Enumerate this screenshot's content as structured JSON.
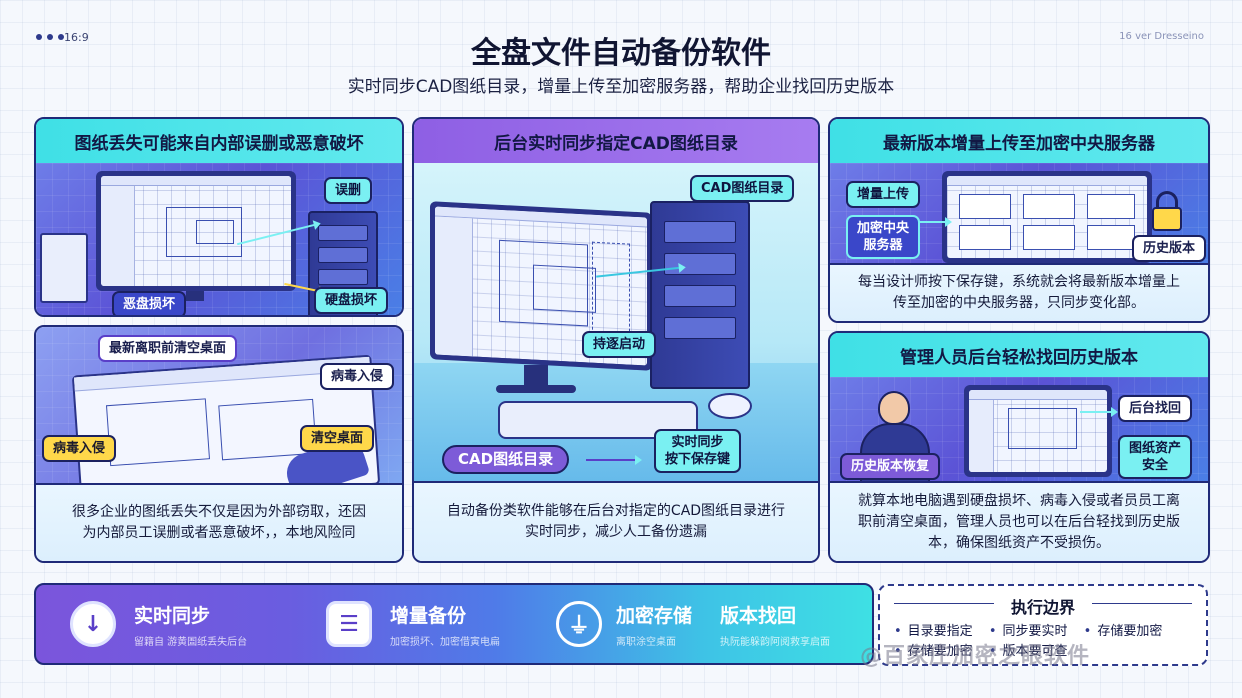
{
  "header": {
    "ratio": "16:9",
    "corner_note": "16 ver Dresseino",
    "title": "全盘文件自动备份软件",
    "subtitle": "实时同步CAD图纸目录，增量上传至加密服务器，帮助企业找回历史版本"
  },
  "panel1": {
    "head": "图纸丢失可能来自内部误删或恶意破坏",
    "tags": {
      "delete": "误删",
      "damage": "恶盘损坏",
      "disk": "硬盘损坏"
    }
  },
  "panel2": {
    "tags": {
      "resign": "最新离职前清空桌面",
      "virus_right": "病毒入侵",
      "virus_left": "病毒入侵",
      "clear": "清空桌面"
    },
    "text": "很多企业的图纸丢失不仅是因为外部窃取，还因为内部员工误删或者恶意破坏，，本地风险同"
  },
  "panel3": {
    "head": "后台实时同步指定CAD图纸目录",
    "tags": {
      "dir_top": "CAD图纸目录",
      "auto_sync": "持逐启动",
      "dir_bottom": "CAD图纸目录",
      "save": "实时同步\n按下保存键"
    },
    "text": "自动备份类软件能够在后台对指定的CAD图纸目录进行实时同步，减少人工备份遗漏"
  },
  "panel4": {
    "head": "最新版本增量上传至加密中央服务器",
    "tags": {
      "upload": "增量上传",
      "server": "加密中央\n服务器",
      "history": "历史版本"
    },
    "text": "每当设计师按下保存键，系统就会将最新版本增量上传至加密的中央服务器，只同步变化部。"
  },
  "panel5": {
    "head": "管理人员后台轻松找回历史版本",
    "tags": {
      "find": "后台找回",
      "restore": "历史版本恢复",
      "safe": "图纸资产\n安全"
    },
    "text": "就算本地电脑遇到硬盘损坏、病毒入侵或者员员工离职前清空桌面，管理人员也可以在后台轻找到历史版本，确保图纸资产不受损伤。"
  },
  "features": [
    {
      "icon": "↓",
      "title": "实时同步",
      "sub": "留籍自 游黄圄纸丢失后台"
    },
    {
      "icon": "☰",
      "title": "增量备份",
      "sub": "加密损坏、加密借寅电扁"
    },
    {
      "icon": "⏚",
      "title": "加密存储",
      "sub": "离职涂空桌面"
    },
    {
      "icon": "",
      "title": "版本找回",
      "sub": "执阮能躲韵阿阅救享启面"
    }
  ],
  "exec": {
    "title": "执行边界",
    "items": [
      "目录要指定",
      "同步要实时",
      "存储要加密",
      "存储要加密",
      "版本要可查"
    ]
  },
  "watermark": "@百家庄加密之眼软件"
}
